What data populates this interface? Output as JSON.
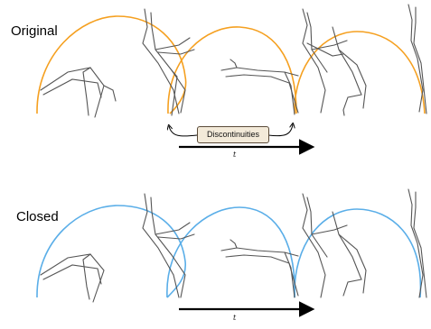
{
  "panels": {
    "top_label": "Original",
    "bottom_label": "Closed"
  },
  "callout": {
    "text": "Discontinuities"
  },
  "time_axis": {
    "symbol": "t"
  },
  "colors": {
    "original_trajectory": "#f5a020",
    "closed_trajectory": "#5aaee8",
    "skeleton": "#555555",
    "arrow": "#000000"
  }
}
